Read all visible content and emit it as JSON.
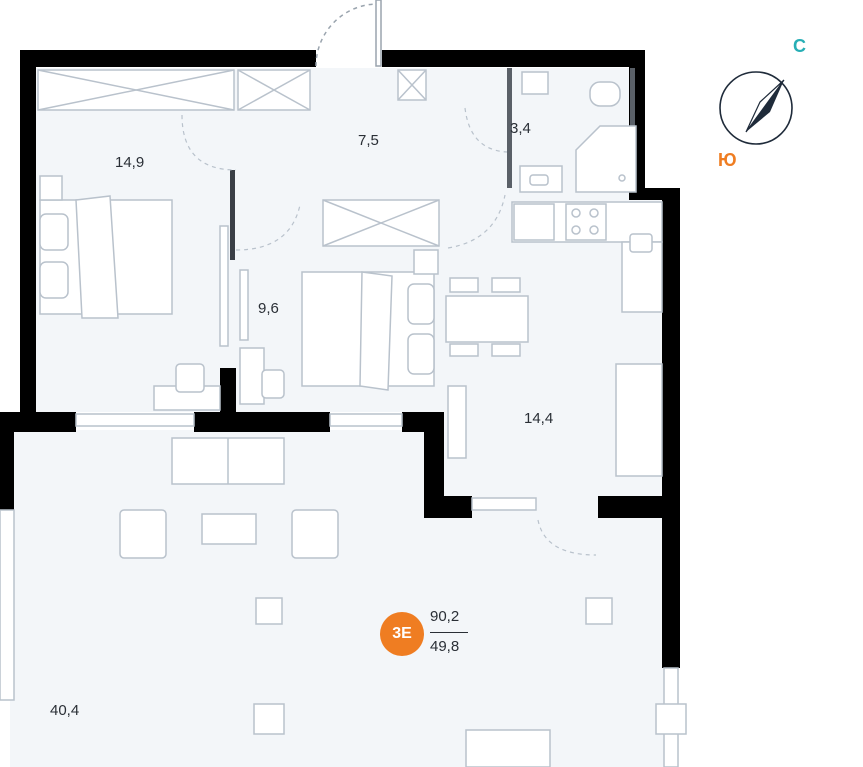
{
  "rooms": {
    "bedroom_1": "14,9",
    "hall": "7,5",
    "bathroom": "3,4",
    "bedroom_2": "9,6",
    "kitchen_living": "14,4",
    "terrace": "40,4"
  },
  "apartment": {
    "badge": "3E",
    "total_area": "90,2",
    "living_area": "49,8"
  },
  "compass": {
    "north": "С",
    "south": "Ю"
  },
  "colors": {
    "wall": "#000000",
    "floor": "#f3f6f9",
    "furniture_stroke": "#b9c2cc",
    "badge": "#ef7d22",
    "north": "#27aeb5",
    "south": "#ef7d22",
    "compass_needle": "#1f2b3a"
  }
}
